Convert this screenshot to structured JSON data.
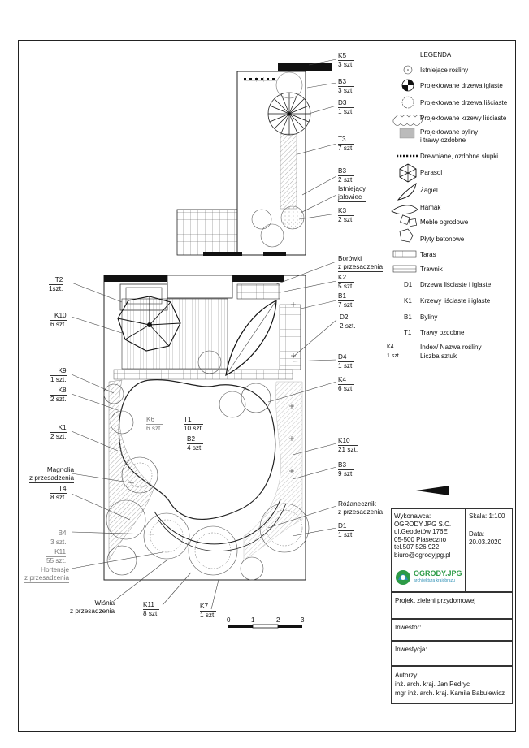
{
  "legend": {
    "title": "LEGENDA",
    "items": [
      {
        "label": "Istniejące rośliny",
        "icon": "existing-plant-icon"
      },
      {
        "label": "Projektowane drzewa iglaste",
        "icon": "conifer-tree-icon"
      },
      {
        "label": "Projektowane drzewa liściaste",
        "icon": "deciduous-tree-icon"
      },
      {
        "label": "Projektowane krzewy liściaste",
        "icon": "deciduous-shrub-icon"
      },
      {
        "label": "Projektowane byliny\ni trawy ozdobne",
        "icon": "perennials-hatch-icon"
      },
      {
        "label": "Drewniane, ozdobne słupki",
        "icon": "wooden-posts-icon"
      },
      {
        "label": "Parasol",
        "icon": "parasol-icon"
      },
      {
        "label": "Żagiel",
        "icon": "sail-icon"
      },
      {
        "label": "Hamak",
        "icon": "hammock-icon"
      },
      {
        "label": "Meble ogrodowe",
        "icon": "garden-furniture-icon"
      },
      {
        "label": "Płyty betonowe",
        "icon": "concrete-slabs-icon"
      },
      {
        "label": "Taras",
        "icon": "terrace-icon"
      },
      {
        "label": "Trawnik",
        "icon": "lawn-icon"
      }
    ],
    "codes": [
      {
        "code": "D1",
        "label": "Drzewa liściaste i iglaste"
      },
      {
        "code": "K1",
        "label": "Krzewy liściaste i iglaste"
      },
      {
        "code": "B1",
        "label": "Byliny"
      },
      {
        "code": "T1",
        "label": "Trawy ozdobne"
      }
    ],
    "example": {
      "code": "K4",
      "count": "1 szt.",
      "name_label": "Index/ Nazwa rośliny",
      "count_label": "Liczba sztuk"
    }
  },
  "labels_right": [
    {
      "name": "K5",
      "count": "3 szt."
    },
    {
      "name": "B3",
      "count": "3 szt."
    },
    {
      "name": "D3",
      "count": "1 szt."
    },
    {
      "name": "T3",
      "count": "7 szt."
    },
    {
      "name": "B3",
      "count": "2 szt."
    },
    {
      "name": "Istniejący",
      "count": "jałowiec"
    },
    {
      "name": "K3",
      "count": "2 szt."
    },
    {
      "name": "Borówki",
      "count": "z przesadzenia"
    },
    {
      "name": "K2",
      "count": "5 szt."
    },
    {
      "name": "B1",
      "count": "7 szt."
    },
    {
      "name": "D2",
      "count": "2 szt."
    },
    {
      "name": "D4",
      "count": "1 szt."
    },
    {
      "name": "K4",
      "count": "6 szt."
    },
    {
      "name": "K10",
      "count": "21 szt."
    },
    {
      "name": "B3",
      "count": "9 szt."
    },
    {
      "name": "Różanecznik",
      "count": "z przesadzenia"
    },
    {
      "name": "D1",
      "count": "1 szt."
    }
  ],
  "labels_left": [
    {
      "name": "T2",
      "count": "1szt."
    },
    {
      "name": "K10",
      "count": "6 szt."
    },
    {
      "name": "K9",
      "count": "1 szt."
    },
    {
      "name": "K8",
      "count": "2 szt."
    },
    {
      "name": "K1",
      "count": "2 szt."
    },
    {
      "name": "Magnolia",
      "count": "z przesadzenia"
    },
    {
      "name": "T4",
      "count": "8 szt."
    },
    {
      "name": "B4",
      "count": "3 szt."
    },
    {
      "name": "K11",
      "count": "55 szt."
    },
    {
      "name": "Hortensje",
      "count": "z przesadzenia"
    },
    {
      "name": "Wiśnia",
      "count": "z przesadzenia"
    }
  ],
  "labels_center": [
    {
      "name": "K6",
      "count": "6 szt."
    },
    {
      "name": "T1",
      "count": "10 szt."
    },
    {
      "name": "B2",
      "count": "4 szt."
    }
  ],
  "labels_bottom": [
    {
      "name": "K11",
      "count": "8 szt."
    },
    {
      "name": "K7",
      "count": "1 szt."
    }
  ],
  "scale_bar": {
    "ticks": [
      "0",
      "1",
      "2",
      "3"
    ]
  },
  "title_block": {
    "contractor_label": "Wykonawca:",
    "contractor_lines": [
      "OGRODY.JPG S.C.",
      "ul.Geodetów 176E",
      "05-500 Piaseczno",
      "tel.507 526 922",
      "biuro@ogrodyjpg.pl"
    ],
    "scale": "Skala: 1:100",
    "date_label": "Data:",
    "date": "20.03.2020",
    "logo_text": "OGRODY.JPG",
    "logo_sub": "architektura krajobrazu",
    "project": "Projekt zieleni przydomowej",
    "investor": "Inwestor:",
    "investment": "Inwestycja:",
    "authors_label": "Autorzy:",
    "authors": [
      "inż. arch. kraj. Jan Pedryc",
      "mgr inż. arch. kraj. Kamila Babulewicz"
    ]
  },
  "colors": {
    "ink": "#111111",
    "hatch": "#9a9a9a",
    "logo_green": "#2d9b47",
    "logo_blue": "#2d8fb4"
  }
}
